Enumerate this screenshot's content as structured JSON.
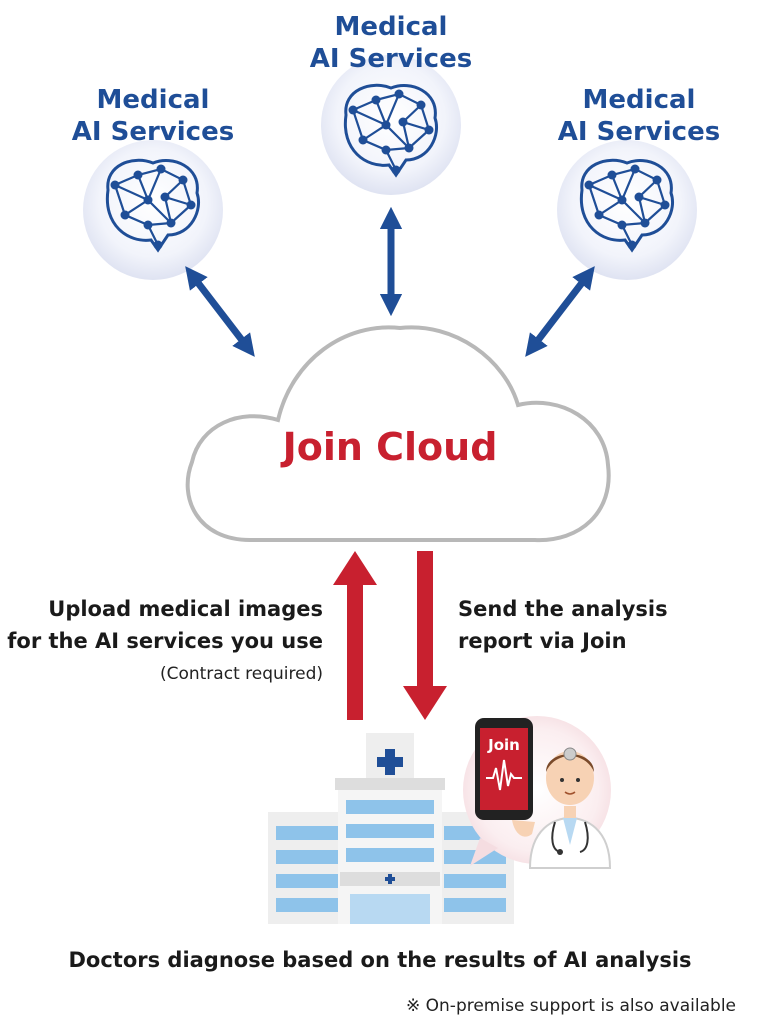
{
  "services": [
    {
      "line1": "Medical",
      "line2": "AI Services"
    },
    {
      "line1": "Medical",
      "line2": "AI Services"
    },
    {
      "line1": "Medical",
      "line2": "AI Services"
    }
  ],
  "cloud": {
    "label": "Join Cloud"
  },
  "upload": {
    "line1": "Upload medical images",
    "line2": "for the AI services you use",
    "note": "(Contract required)"
  },
  "report": {
    "line1": "Send the analysis",
    "line2": "report via Join"
  },
  "phone": {
    "label": "Join"
  },
  "footer": {
    "caption": "Doctors diagnose based on the results of AI analysis",
    "note": "※ On-premise support is also available"
  },
  "colors": {
    "blue": "#1f4e97",
    "red": "#c8202f",
    "cloud_border": "#b8b8b8",
    "hospital_blue": "#8ec3ea"
  }
}
